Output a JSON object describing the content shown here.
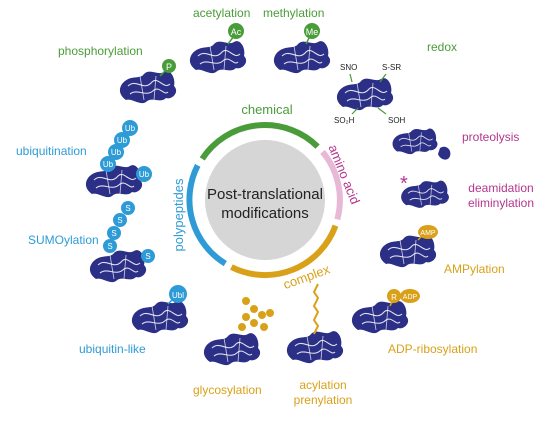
{
  "center": {
    "line1": "Post-translational",
    "line2": "modifications"
  },
  "ring": {
    "chemical": "chemical",
    "amino_acid": "amino acid",
    "complex": "complex",
    "polypeptides": "polypeptides"
  },
  "labels": {
    "acetylation": "acetylation",
    "methylation": "methylation",
    "phosphorylation": "phosphorylation",
    "redox": "redox",
    "proteolysis": "proteolysis",
    "deamidation": "deamidation",
    "eliminylation": "eliminylation",
    "ampylation": "AMPylation",
    "adp_ribosylation": "ADP-ribosylation",
    "acylation": "acylation",
    "prenylation": "prenylation",
    "glycosylation": "glycosylation",
    "ubiquitin_like": "ubiquitin-like",
    "sumoylation": "SUMOylation",
    "ubiquitination": "ubiquitination"
  },
  "tags": {
    "ac": "Ac",
    "me": "Me",
    "p": "P",
    "sno": "SNO",
    "s_sr": "S-SR",
    "so2h": "SO₂H",
    "soh": "SOH",
    "amp": "AMP",
    "r": "R",
    "adp": "ADP",
    "ubl": "Ubl",
    "ub": "Ub",
    "s": "S"
  },
  "colors": {
    "green": "#4a9c3a",
    "blue": "#2e9bd6",
    "magenta": "#b4368c",
    "orange": "#d9a11a",
    "pink": "#e8b9d6",
    "protein": "#2b2f86",
    "center_fill": "#d6d6d6"
  }
}
